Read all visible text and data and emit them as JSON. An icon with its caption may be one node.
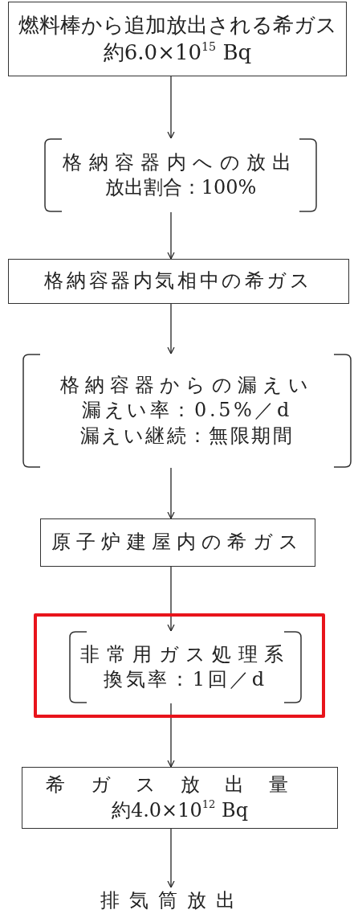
{
  "diagram": {
    "nodes": [
      {
        "text": [
          "燃料棒から追加放出される希ガス",
          "約6.0×10$^{15}$ Bq"
        ]
      },
      {
        "text": [
          "格納容器内への放出",
          "放出割合：100%"
        ]
      },
      {
        "text": [
          "格納容器内気相中の希ガス"
        ]
      },
      {
        "text": [
          "格納容器からの漏えい",
          "漏えい率：0.5%／d",
          "漏えい継続：無限期間"
        ]
      },
      {
        "text": [
          "原子炉建屋内の希ガス"
        ]
      },
      {
        "text": [],
        "shape": "box"
      },
      {
        "text": [
          "非常用ガス処理系",
          "換気率：1回／d"
        ],
        "in": 5
      },
      {
        "text": [
          "希ガス放出量",
          "約4.0×10$^{12}$ Bq"
        ]
      },
      {
        "text": [
          "排気筒放出"
        ]
      }
    ],
    "edges": [
      {
        "from": 0,
        "to": 1,
        "arrow": "to"
      },
      {
        "from": 1,
        "to": 2,
        "arrow": "to"
      },
      {
        "from": 2,
        "to": 3,
        "arrow": "to"
      },
      {
        "from": 3,
        "to": 4,
        "arrow": "to"
      },
      {
        "from": 4,
        "to": 6,
        "arrow": "to"
      },
      {
        "from": 6,
        "to": 7,
        "arrow": "to"
      },
      {
        "from": 7,
        "to": 8,
        "arrow": "to"
      }
    ]
  }
}
